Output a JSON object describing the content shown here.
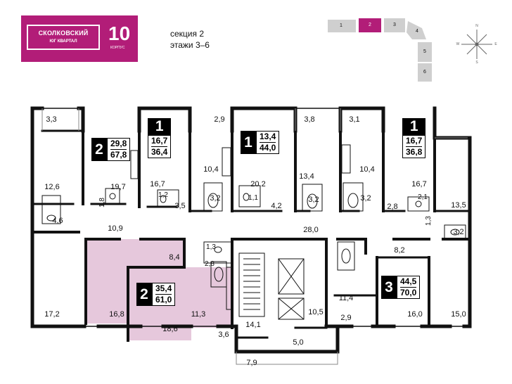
{
  "brand": {
    "name": "СКОЛКОВСКИЙ",
    "sub": "ЮГ КВАРТАЛ",
    "building_number": "10",
    "building_unit": "КОРПУС"
  },
  "section_info": {
    "section": "секция 2",
    "floors": "этажи 3–6"
  },
  "keymap": {
    "sections": [
      "1",
      "2",
      "3",
      "4",
      "5",
      "6"
    ],
    "active": "2"
  },
  "compass": {
    "n": "N",
    "s": "S",
    "w": "W",
    "e": "E"
  },
  "apartments": [
    {
      "rooms": "2",
      "living": "29,8",
      "total": "67,8"
    },
    {
      "rooms": "1",
      "living": "16,7",
      "total": "36,4"
    },
    {
      "rooms": "1",
      "living": "13,4",
      "total": "44,0"
    },
    {
      "rooms": "1",
      "living": "16,7",
      "total": "36,8"
    },
    {
      "rooms": "2",
      "living": "35,4",
      "total": "61,0"
    },
    {
      "rooms": "3",
      "living": "44,5",
      "total": "70,0"
    }
  ],
  "room_areas": [
    "3,3",
    "12,6",
    "4,6",
    "10,9",
    "19,7",
    "1,8",
    "16,7",
    "1,2",
    "3,5",
    "2,9",
    "10,4",
    "3,2",
    "20,2",
    "1,1",
    "4,2",
    "3,8",
    "13,4",
    "3,2",
    "3,1",
    "10,4",
    "3,2",
    "16,7",
    "2,1",
    "2,8",
    "1,3",
    "13,5",
    "3,2",
    "28,0",
    "8,2",
    "17,2",
    "16,8",
    "8,4",
    "1,3",
    "2,8",
    "11,3",
    "18,6",
    "3,6",
    "14,1",
    "10,5",
    "5,0",
    "7,9",
    "11,4",
    "2,9",
    "16,0",
    "15,0"
  ],
  "colors": {
    "brand": "#b21d78",
    "highlight": "#e6c8dc",
    "wall": "#111111"
  }
}
